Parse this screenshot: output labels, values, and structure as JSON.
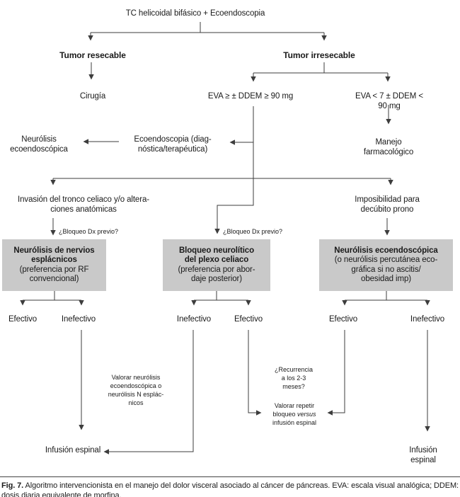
{
  "figure": {
    "nodes": {
      "title": "TC helicoidal bifásico + Ecoendoscopia",
      "tumor_resecable": "Tumor resecable",
      "tumor_irresecable": "Tumor irresecable",
      "cirugia": "Cirugía",
      "eva_alta": "EVA ≥ ± DDEM ≥ 90 mg",
      "eva_baja": "EVA < 7 ± DDEM < 90 mg",
      "neurolisis_ecoendoscopica": "Neurólisis\necoendoscópica",
      "ecoendoscopia": "Ecoendoscopia (diag-\nnóstica/terapéutica)",
      "manejo_farmacologico": "Manejo farmacológico",
      "invasion_tronco": "Invasión del tronco celiaco y/o altera-\nciones anatómicas",
      "imposibilidad_prono": "Imposibilidad para\ndecúbito prono"
    },
    "boxes": [
      {
        "title": "Neurólisis de nervios\nesplácnicos",
        "subtitle": "(preferencia por RF\nconvencional)"
      },
      {
        "title": "Bloqueo neurolítico\ndel plexo celiaco",
        "subtitle": "(preferencia por abor-\ndaje posterior)"
      },
      {
        "title": "Neurólisis ecoendoscópica",
        "subtitle": "(o neurólisis percutánea eco-\ngráfica si no ascitis/\nobesidad imp)"
      }
    ],
    "outcomes": [
      "Efectivo",
      "Inefectivo",
      "Inefectivo",
      "Efectivo",
      "Efectivo",
      "Inefectivo"
    ],
    "annotations": {
      "bloqueo_dx_1": "¿Bloqueo Dx previo?",
      "bloqueo_dx_2": "¿Bloqueo Dx previo?",
      "valorar_neurolisis": "Valorar neurólisis\necoendoscópica o\nneurólisis N esplác-\nnicos",
      "recurrencia": "¿Recurrencia\na los 2-3\nmeses?",
      "valorar_repetir_pre": "Valorar repetir\nbloqueo ",
      "valorar_repetir_versus": "versus",
      "valorar_repetir_post": "\ninfusión espinal",
      "infusion_espinal_izq": "Infusión espinal",
      "infusion_espinal_der": "Infusión espinal"
    },
    "caption": {
      "label": "Fig. 7.",
      "text": " Algoritmo intervencionista en el manejo del dolor visceral asociado al cáncer de páncreas. EVA: escala visual analógica; DDEM: dosis diaria equivalente de morfina."
    },
    "colors": {
      "box_fill": "#c9c9c9",
      "line": "#3d3d3d",
      "text": "#1a1a1a"
    }
  }
}
